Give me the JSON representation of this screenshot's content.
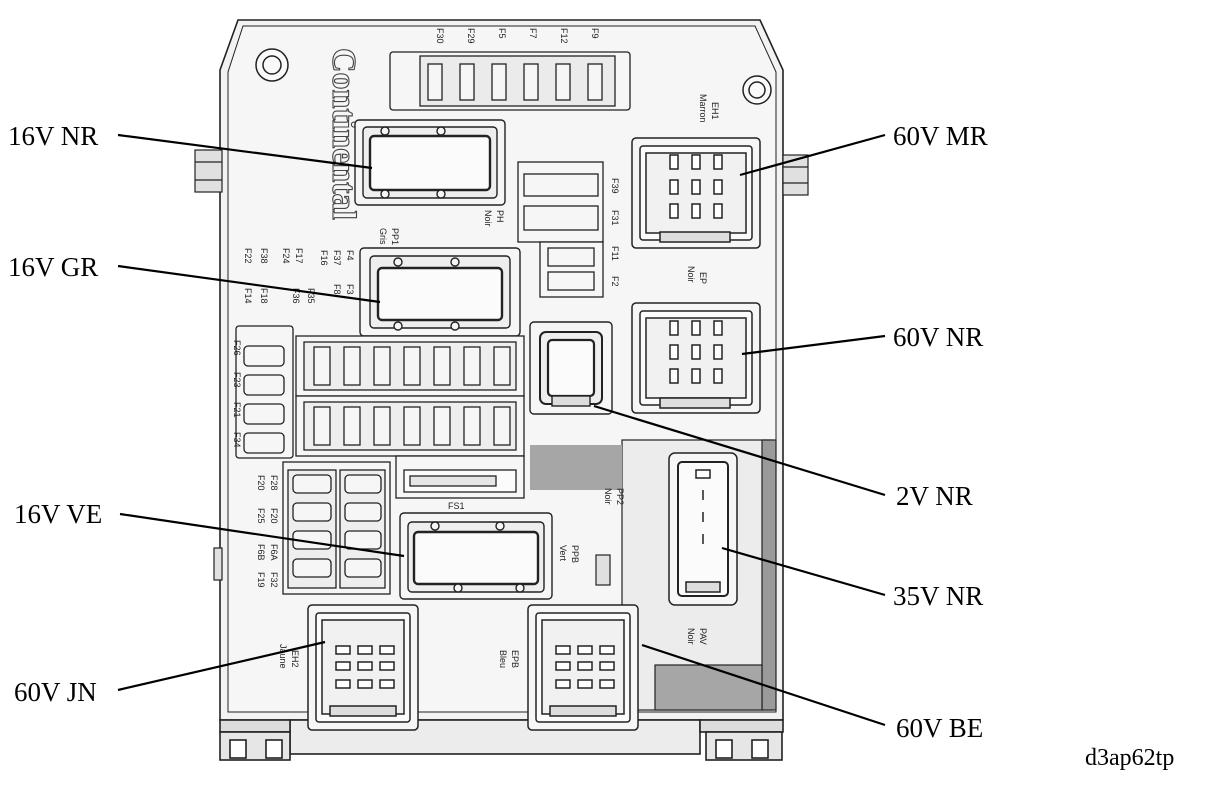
{
  "diagram": {
    "reference": "d3ap62tp",
    "brand": "Continental",
    "callouts": [
      {
        "id": "c1",
        "text": "16V NR"
      },
      {
        "id": "c2",
        "text": "16V GR"
      },
      {
        "id": "c3",
        "text": "16V VE"
      },
      {
        "id": "c4",
        "text": "60V JN"
      },
      {
        "id": "c5",
        "text": "60V MR"
      },
      {
        "id": "c6",
        "text": "60V NR"
      },
      {
        "id": "c7",
        "text": "2V NR"
      },
      {
        "id": "c8",
        "text": "35V NR"
      },
      {
        "id": "c9",
        "text": "60V BE"
      }
    ],
    "board_labels": {
      "top_fuses": [
        "F30",
        "F29",
        "F5",
        "F7",
        "F12",
        "F9"
      ],
      "mid_fuses": [
        "F39",
        "F31",
        "F11",
        "F2"
      ],
      "left_col1": [
        "F4",
        "F37",
        "F16",
        "F17",
        "F24",
        "F38",
        "F22"
      ],
      "left_col2": [
        "F3",
        "F8",
        "F35",
        "F36",
        "F18",
        "F14"
      ],
      "side_fuses": [
        "F26",
        "F23",
        "F21",
        "F34"
      ],
      "bottom_fuses_a": [
        "F28",
        "F20",
        "F6A",
        "F32"
      ],
      "bottom_fuses_b": [
        "F20",
        "F25",
        "F6B",
        "F19"
      ],
      "eh1": "EH1",
      "eh1_color": "Marron",
      "ep": "EP",
      "ep_color": "Noir",
      "pp1": "PP1",
      "pp1_color": "Gris",
      "ph": "PH",
      "ph_color": "Noir",
      "pp2": "PP2",
      "pp2_color": "Noir",
      "ppb": "PPB",
      "ppb_color": "Vert",
      "fs1": "FS1",
      "pav": "PAV",
      "pav_color": "Noir",
      "eh2": "EH2",
      "eh2_color": "Jaune",
      "ep2": "EPB",
      "ep2_color": "Bleu"
    }
  }
}
